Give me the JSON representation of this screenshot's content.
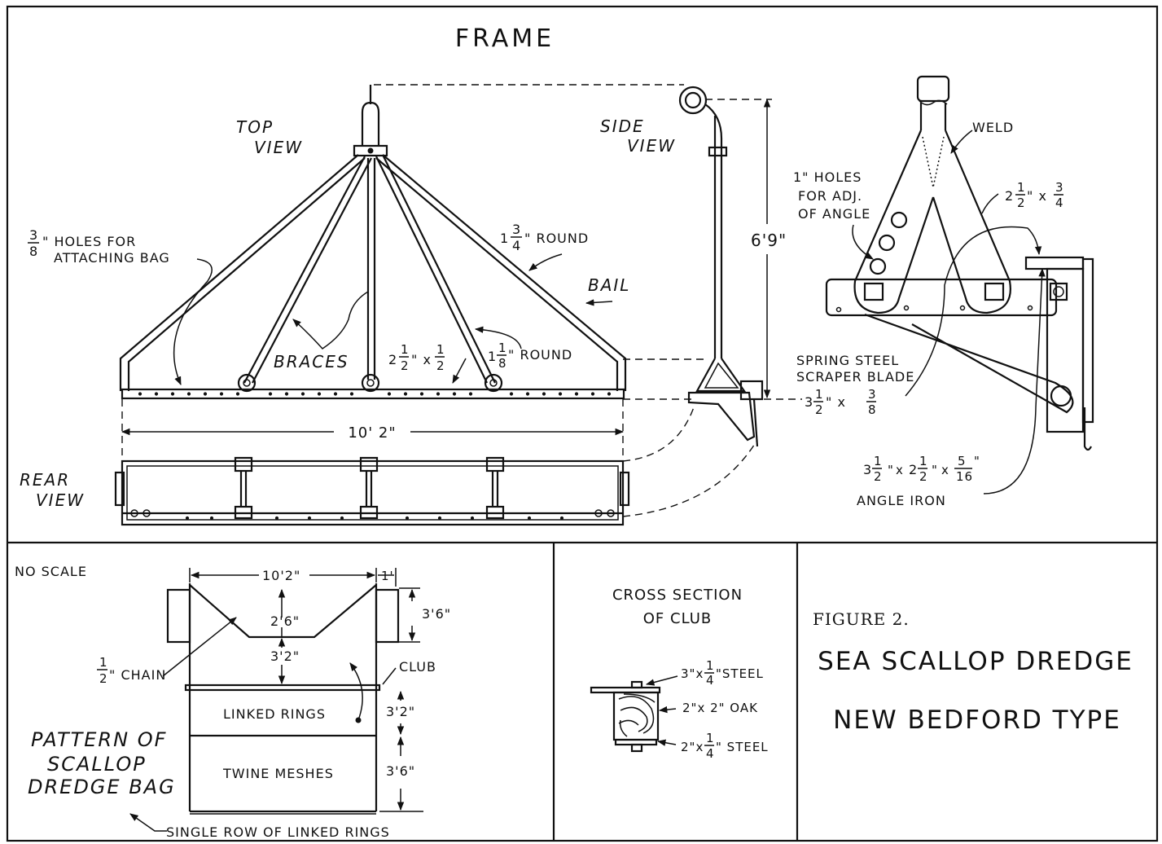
{
  "frame": {
    "title": "FRAME",
    "top_view": [
      "TOP",
      "VIEW"
    ],
    "side_view": [
      "SIDE",
      "VIEW"
    ],
    "rear_view": [
      "REAR",
      "VIEW"
    ],
    "holes_prefix": "\" HOLES FOR",
    "holes_line2": "ATTACHING BAG",
    "holes_frac": {
      "num": "3",
      "den": "8"
    },
    "round_big": {
      "whole": "1",
      "num": "3",
      "den": "4",
      "suffix": "\" ROUND"
    },
    "bail": "BAIL",
    "braces": "BRACES",
    "bar": {
      "whole_a": "2",
      "num_a": "1",
      "den_a": "2",
      "mid": "\" x",
      "num_b": "1",
      "den_b": "2"
    },
    "round_small": {
      "whole": "1",
      "num": "1",
      "den": "8",
      "suffix": "\" ROUND"
    },
    "width": "10' 2\"",
    "height": "6'9\""
  },
  "detail": {
    "weld": "WELD",
    "holes": [
      "1\" HOLES",
      "FOR ADJ.",
      "OF ANGLE"
    ],
    "bar": {
      "whole": "2",
      "num": "1",
      "den": "2",
      "mid": "\" x",
      "num_b": "3",
      "den_b": "4"
    },
    "spring": [
      "SPRING STEEL",
      "SCRAPER BLADE"
    ],
    "blade": {
      "whole": "3",
      "num": "1",
      "den": "2",
      "mid": "\" x",
      "num_b": "3",
      "den_b": "8"
    },
    "angle": {
      "w1": "3",
      "n1": "1",
      "d1": "2",
      "w2": "2",
      "n2": "1",
      "d2": "2",
      "n3": "5",
      "d3": "16"
    },
    "angle_iron": "ANGLE IRON"
  },
  "bag": {
    "no_scale": "NO SCALE",
    "top_width": "10'2\"",
    "side_width": "1'",
    "d1": "2'6\"",
    "d2": "3'6\"",
    "d3": "3'2\"",
    "chain_frac": {
      "num": "1",
      "den": "2",
      "suffix": "\" CHAIN"
    },
    "club": "CLUB",
    "linked": "LINKED RINGS",
    "d4": "3'2\"",
    "twine": "TWINE MESHES",
    "d5": "3'6\"",
    "bottom": "SINGLE ROW OF LINKED RINGS",
    "pattern": [
      "PATTERN OF",
      "SCALLOP",
      "DREDGE BAG"
    ]
  },
  "club": {
    "title": [
      "CROSS SECTION",
      "OF CLUB"
    ],
    "steel_top": {
      "pre": "3\"x",
      "num": "1",
      "den": "4",
      "suffix": "\"STEEL"
    },
    "oak": "2\"x 2\" OAK",
    "steel_bot": {
      "pre": "2\"x",
      "num": "1",
      "den": "4",
      "suffix": "\" STEEL"
    }
  },
  "caption": {
    "figure": "FIGURE 2.",
    "title": "SEA  SCALLOP  DREDGE",
    "subtitle": "NEW BEDFORD TYPE"
  }
}
